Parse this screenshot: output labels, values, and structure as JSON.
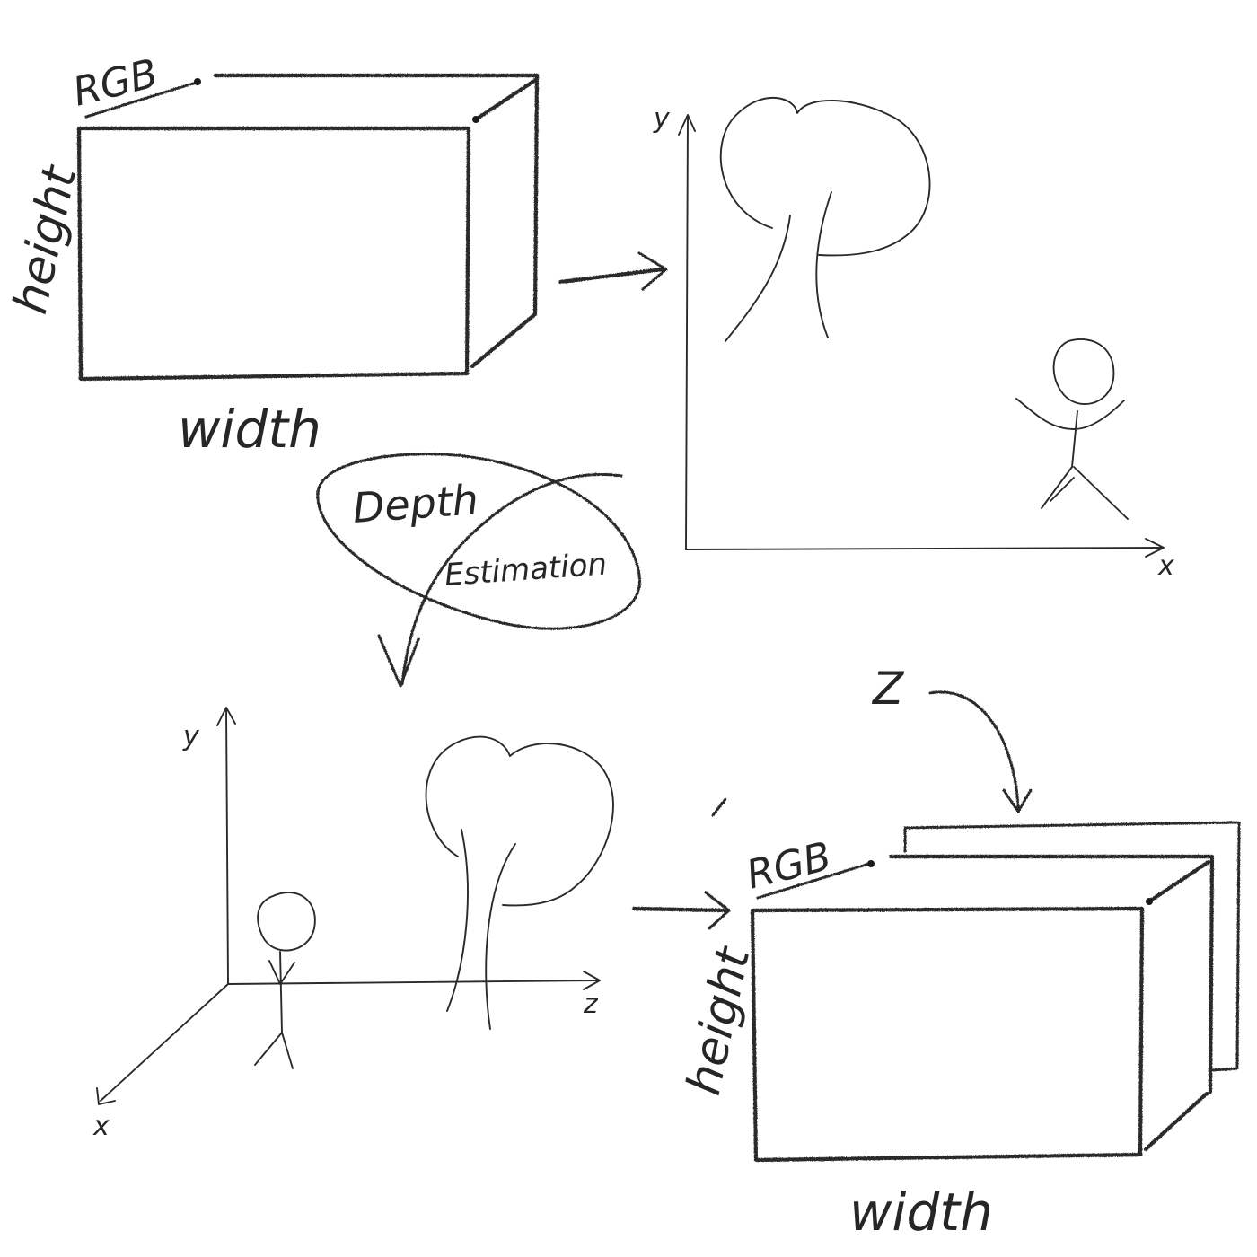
{
  "top_left_tensor": {
    "channels_label": "RGB",
    "height_label": "height",
    "width_label": "width"
  },
  "top_right_scene": {
    "y_axis_label": "y",
    "x_axis_label": "x"
  },
  "process_label": {
    "line1": "Depth",
    "line2": "Estimation"
  },
  "bottom_left_scene": {
    "y_axis_label": "y",
    "x_axis_label": "x",
    "z_axis_label": "z"
  },
  "bottom_right_tensor": {
    "depth_label": "Z",
    "channels_label": "RGB",
    "height_label": "height",
    "width_label": "width"
  },
  "colors": {
    "ink": "#2a2a2a",
    "paper": "#ffffff"
  }
}
